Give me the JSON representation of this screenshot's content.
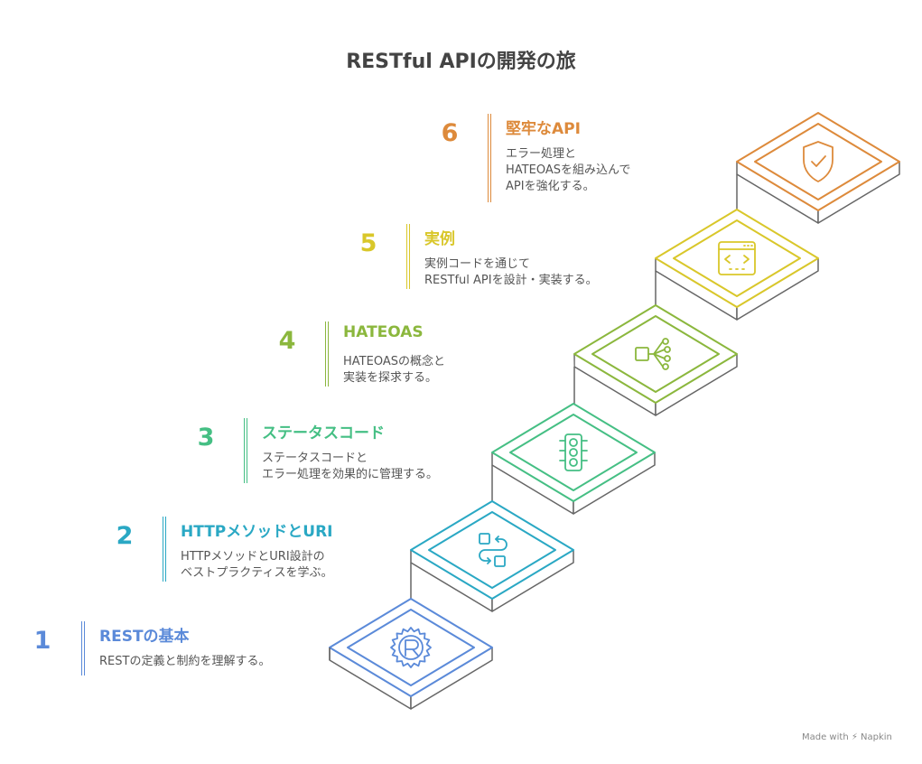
{
  "title": "RESTful APIの開発の旅",
  "credit": "Made with ⚡ Napkin",
  "steps": [
    {
      "number": "1",
      "heading": "RESTの基本",
      "description": "RESTの定義と制約を理解する。",
      "color": "#5b8ad9",
      "icon": "rust-gear-icon"
    },
    {
      "number": "2",
      "heading": "HTTPメソッドとURI",
      "description": "HTTPメソッドとURI設計の\nベストプラクティスを学ぶ。",
      "color": "#2aa8c4",
      "icon": "flow-squares-icon"
    },
    {
      "number": "3",
      "heading": "ステータスコード",
      "description": "ステータスコードと\nエラー処理を効果的に管理する。",
      "color": "#45bf84",
      "icon": "traffic-light-icon"
    },
    {
      "number": "4",
      "heading": "HATEOAS",
      "description": "HATEOASの概念と\n実装を探求する。",
      "color": "#8bb73d",
      "icon": "network-icon"
    },
    {
      "number": "5",
      "heading": "実例",
      "description": "実例コードを通じて\nRESTful APIを設計・実装する。",
      "color": "#d9c72a",
      "icon": "code-window-icon"
    },
    {
      "number": "6",
      "heading": "堅牢なAPI",
      "description": "エラー処理と\nHATEOASを組み込んで\nAPIを強化する。",
      "color": "#dd8a3b",
      "icon": "shield-check-icon"
    }
  ]
}
